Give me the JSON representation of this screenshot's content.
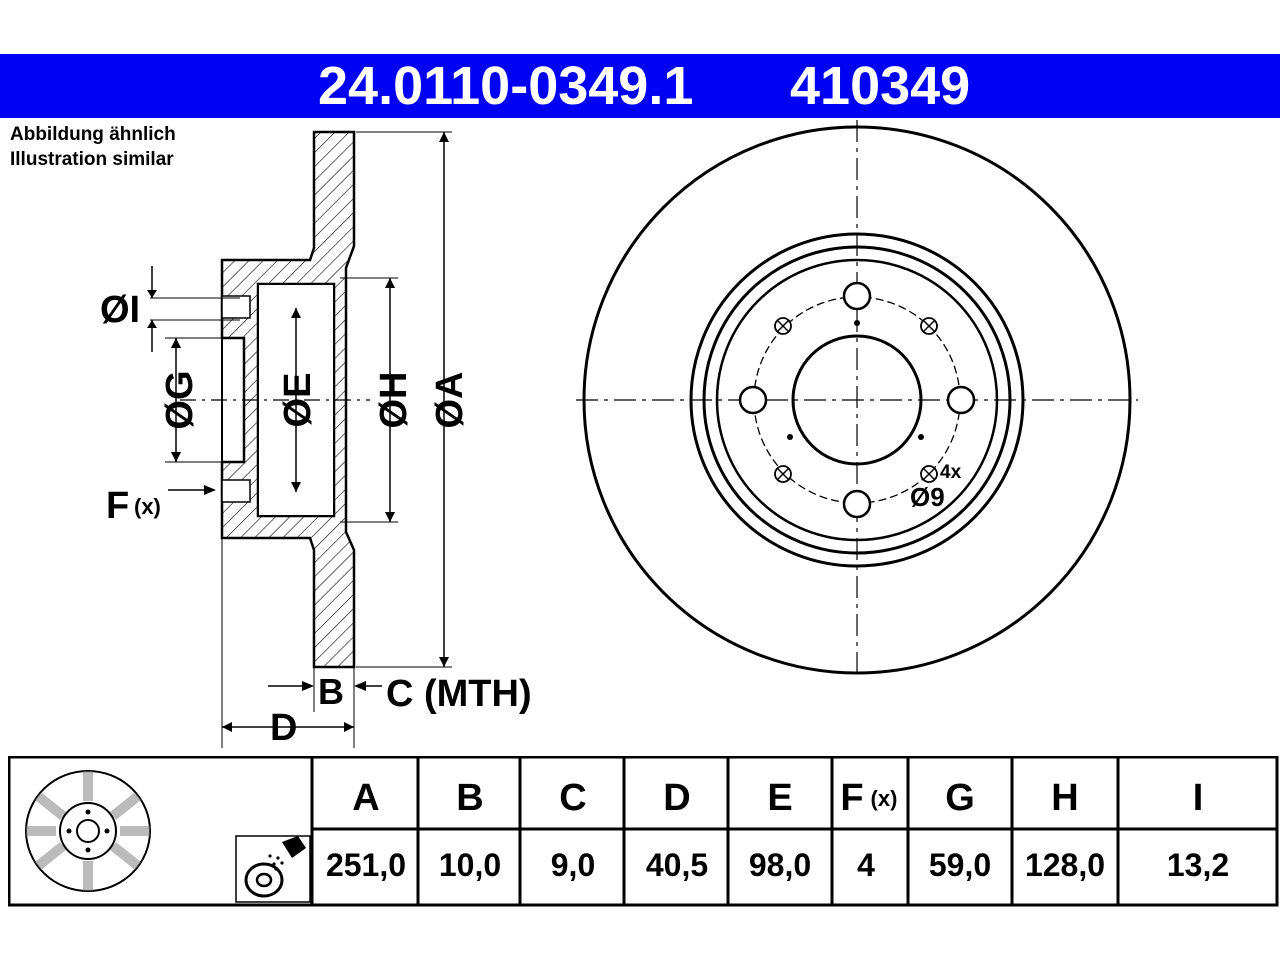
{
  "header": {
    "part_number": "24.0110-0349.1",
    "alt_number": "410349",
    "background": "#0000f2"
  },
  "notes": {
    "line1": "Abbildung ähnlich",
    "line2": "Illustration similar"
  },
  "dimension_labels": {
    "I": "ØI",
    "G": "ØG",
    "E": "ØE",
    "H": "ØH",
    "A": "ØA",
    "F": "F",
    "F_sub": "(x)",
    "B": "B",
    "C": "C (MTH)",
    "D": "D"
  },
  "bolt_note": {
    "count": "4x",
    "diameter": "Ø9"
  },
  "specs": {
    "headers": [
      "A",
      "B",
      "C",
      "D",
      "E",
      "F",
      "G",
      "H",
      "I"
    ],
    "f_sub": "(x)",
    "values": [
      "251,0",
      "10,0",
      "9,0",
      "40,5",
      "98,0",
      "4",
      "59,0",
      "128,0",
      "13,2"
    ]
  }
}
